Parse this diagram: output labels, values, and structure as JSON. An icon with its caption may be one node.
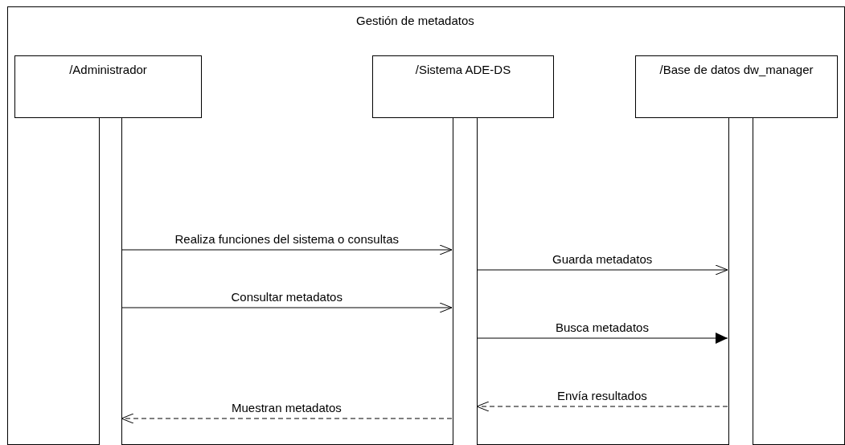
{
  "diagram": {
    "nodes": [
      {
        "text": [
          "Gestión de metadatos"
        ]
      },
      {
        "text": [
          "/Administrador"
        ],
        "in": 0
      },
      {
        "text": [
          "/Sistema ADE-DS"
        ],
        "in": 0
      },
      {
        "text": [
          "/Base de datos dw_manager"
        ],
        "in": 0
      },
      {
        "text": [],
        "shape": "bar",
        "in": 0
      },
      {
        "text": [],
        "shape": "bar",
        "in": 0
      },
      {
        "text": [],
        "shape": "bar",
        "in": 0
      }
    ],
    "edges": [
      {
        "from": 4,
        "to": 5,
        "arrow": "to",
        "label": "Realiza funciones del sistema o consultas"
      },
      {
        "from": 5,
        "to": 6,
        "arrow": "to",
        "label": "Guarda metadatos"
      },
      {
        "from": 4,
        "to": 5,
        "arrow": "to",
        "label": "Consultar metadatos"
      },
      {
        "from": 5,
        "to": 6,
        "arrow": "to",
        "label": "Busca metadatos"
      },
      {
        "from": 6,
        "to": 5,
        "arrow": "to",
        "label": "Envía resultados",
        "style": "dashed"
      },
      {
        "from": 5,
        "to": 4,
        "arrow": "to",
        "label": "Muestran metadatos",
        "style": "dashed"
      }
    ]
  }
}
